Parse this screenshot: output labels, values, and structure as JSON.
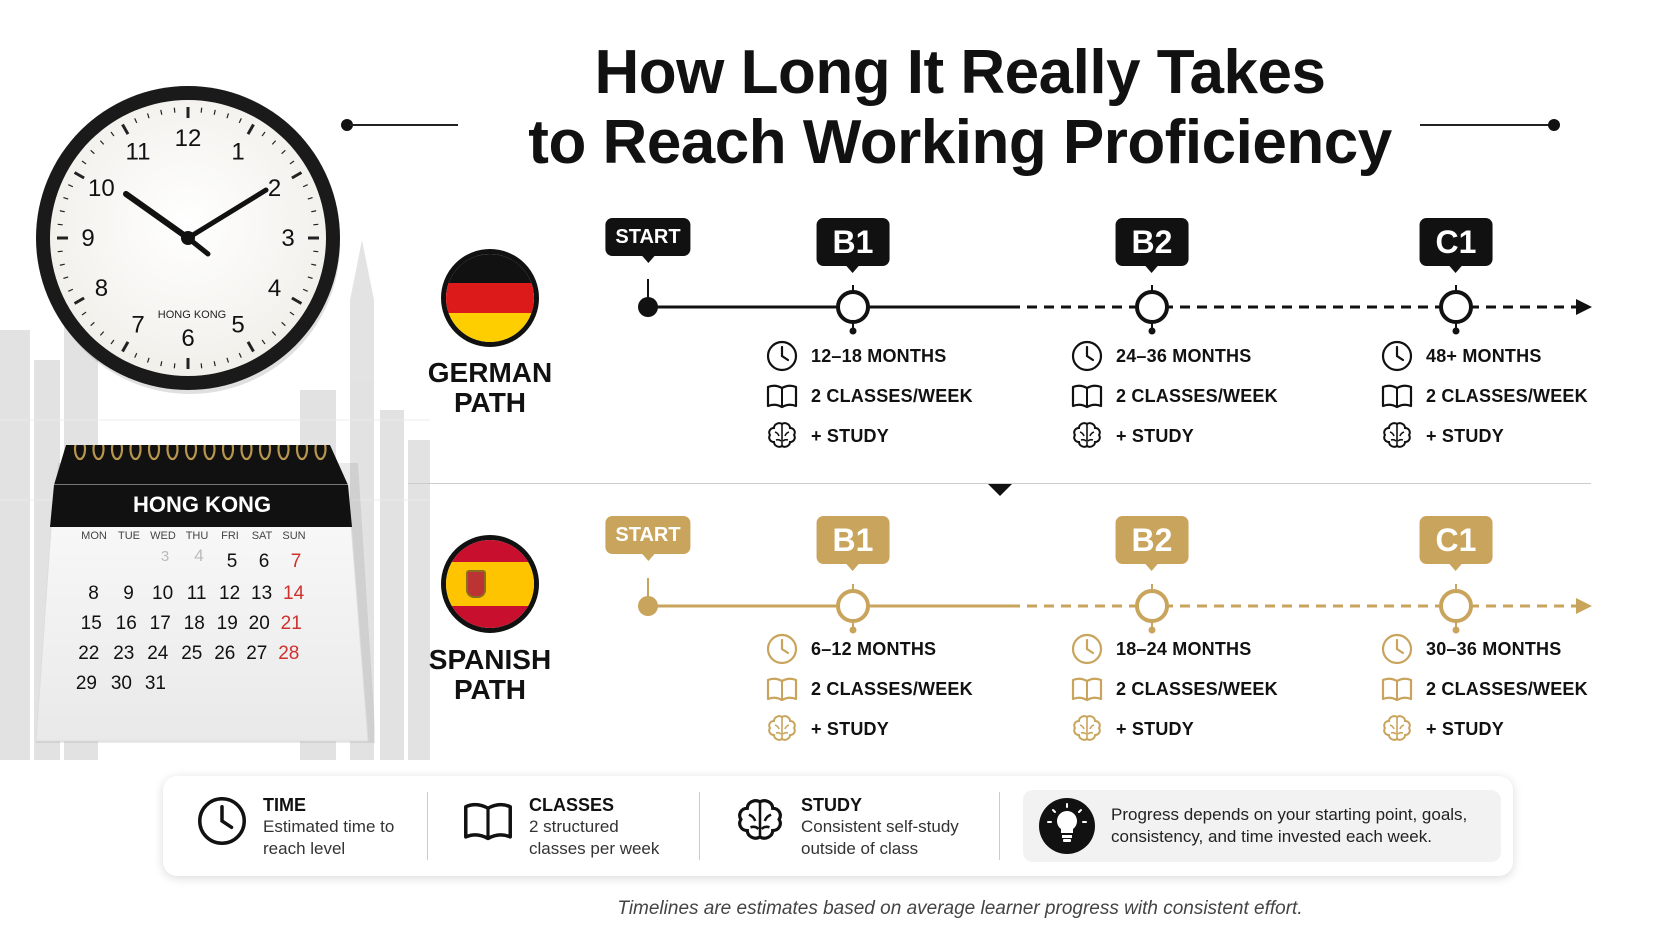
{
  "title": {
    "line1": "How Long It Really Takes",
    "line2": "to Reach Working Proficiency"
  },
  "clock": {
    "label": "HONG KONG",
    "numbers": [
      "12",
      "1",
      "2",
      "3",
      "4",
      "5",
      "6",
      "7",
      "8",
      "9",
      "10",
      "11"
    ]
  },
  "calendar": {
    "title": "HONG KONG",
    "weekdays": [
      "MON",
      "TUE",
      "WED",
      "THU",
      "FRI",
      "SAT",
      "SUN"
    ],
    "faded_days": [
      "3",
      "4"
    ],
    "weeks": [
      [
        "",
        "",
        "",
        "",
        "5",
        "6",
        "7"
      ],
      [
        "8",
        "9",
        "10",
        "11",
        "12",
        "13",
        "14"
      ],
      [
        "15",
        "16",
        "17",
        "18",
        "19",
        "20",
        "21"
      ],
      [
        "22",
        "23",
        "24",
        "25",
        "26",
        "27",
        "28"
      ],
      [
        "29",
        "30",
        "31",
        "",
        "",
        "",
        ""
      ]
    ],
    "colors": {
      "weekend": "#d0312d"
    }
  },
  "paths": [
    {
      "id": "german",
      "label_line1": "GERMAN",
      "label_line2": "PATH",
      "theme": "dark",
      "start_label": "START",
      "milestones": [
        {
          "level": "B1",
          "time": "12–18 MONTHS",
          "classes": "2 CLASSES/WEEK",
          "study": "+ STUDY"
        },
        {
          "level": "B2",
          "time": "24–36 MONTHS",
          "classes": "2 CLASSES/WEEK",
          "study": "+ STUDY"
        },
        {
          "level": "C1",
          "time": "48+ MONTHS",
          "classes": "2 CLASSES/WEEK",
          "study": "+ STUDY"
        }
      ]
    },
    {
      "id": "spanish",
      "label_line1": "SPANISH",
      "label_line2": "PATH",
      "theme": "gold",
      "start_label": "START",
      "milestones": [
        {
          "level": "B1",
          "time": "6–12 MONTHS",
          "classes": "2 CLASSES/WEEK",
          "study": "+ STUDY"
        },
        {
          "level": "B2",
          "time": "18–24 MONTHS",
          "classes": "2 CLASSES/WEEK",
          "study": "+ STUDY"
        },
        {
          "level": "C1",
          "time": "30–36 MONTHS",
          "classes": "2 CLASSES/WEEK",
          "study": "+ STUDY"
        }
      ]
    }
  ],
  "legend": {
    "time": {
      "head": "TIME",
      "desc": "Estimated time to reach level",
      "icon": "clock-icon"
    },
    "classes": {
      "head": "CLASSES",
      "desc": "2 structured classes per week",
      "icon": "book-icon"
    },
    "study": {
      "head": "STUDY",
      "desc": "Consistent self-study outside of class",
      "icon": "brain-icon"
    },
    "note": {
      "text": "Progress depends on your starting point, goals, consistency, and time invested each week.",
      "icon": "lightbulb-icon"
    }
  },
  "footnote": "Timelines are estimates based on average learner progress with consistent effort.",
  "colors": {
    "dark": "#111111",
    "gold": "#c9a45c",
    "german_black": "#111111",
    "german_red": "#dd1a1a",
    "german_gold": "#ffce00",
    "spain_red": "#c8102e",
    "spain_yellow": "#ffc400"
  }
}
